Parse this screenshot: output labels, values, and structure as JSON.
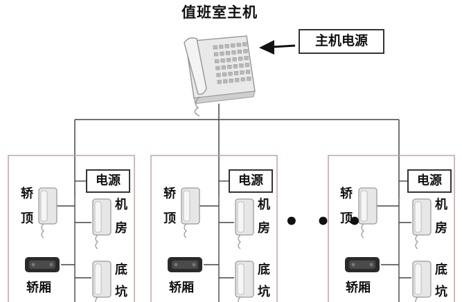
{
  "title": "值班室主机",
  "host_power_label": "主机电源",
  "units": [
    {
      "power_label": "电源",
      "car_top": [
        "轿",
        "顶"
      ],
      "machine_room": [
        "机",
        "房"
      ],
      "car": "轿厢",
      "pit": [
        "底",
        "坑"
      ]
    },
    {
      "power_label": "电源",
      "car_top": [
        "轿",
        "顶"
      ],
      "machine_room": [
        "机",
        "房"
      ],
      "car": "轿厢",
      "pit": [
        "底",
        "坑"
      ]
    },
    {
      "power_label": "电源",
      "car_top": [
        "轿",
        "顶"
      ],
      "machine_room": [
        "机",
        "房"
      ],
      "car": "轿厢",
      "pit": [
        "底",
        "坑"
      ]
    }
  ],
  "ellipsis": "• • •",
  "colors": {
    "line": "#444444",
    "phone_body": "#e6e6e6",
    "phone_outline": "#9a9a9a",
    "panel_border": "#c8a0a0",
    "intercom": "#2a2a2a"
  }
}
